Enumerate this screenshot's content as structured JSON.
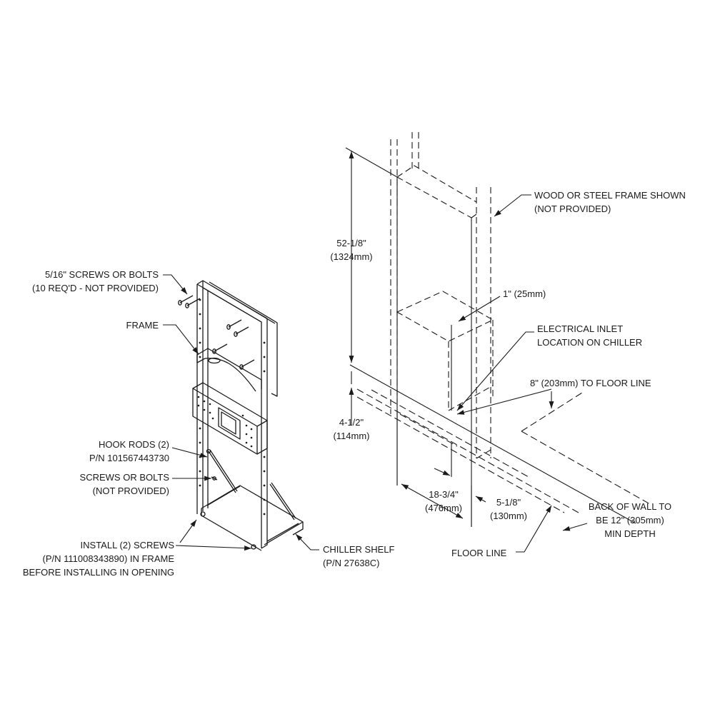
{
  "labels": {
    "screws_bolts_top": [
      "5/16\" SCREWS OR BOLTS",
      "(10 REQ'D - NOT PROVIDED)"
    ],
    "frame": [
      "FRAME"
    ],
    "hook_rods": [
      "HOOK RODS (2)",
      "P/N 101567443730"
    ],
    "screws_bolts_mid": [
      "SCREWS OR BOLTS",
      "(NOT PROVIDED)"
    ],
    "install_screws": [
      "INSTALL (2) SCREWS",
      "(P/N 111008343890) IN FRAME",
      "BEFORE INSTALLING IN OPENING"
    ],
    "chiller_shelf": [
      "CHILLER SHELF",
      "(P/N 27638C)"
    ],
    "wood_steel_frame": [
      "WOOD OR STEEL FRAME SHOWN",
      "(NOT PROVIDED)"
    ],
    "height_52": [
      "52-1/8\"",
      "(1324mm)"
    ],
    "one_inch": [
      "1\" (25mm)"
    ],
    "electrical_inlet": [
      "ELECTRICAL INLET",
      "LOCATION ON CHILLER"
    ],
    "eight_inch": [
      "8\" (203mm) TO FLOOR LINE"
    ],
    "four_half": [
      "4-1/2\"",
      "(114mm)"
    ],
    "width_18": [
      "18-3/4\"",
      "(476mm)"
    ],
    "depth_5": [
      "5-1/8\"",
      "(130mm)"
    ],
    "back_of_wall": [
      "BACK OF WALL TO",
      "BE 12\" (305mm)",
      "MIN DEPTH"
    ],
    "floor_line": [
      "FLOOR LINE"
    ]
  },
  "colors": {
    "line": "#1a1a1a",
    "paper": "#ffffff"
  }
}
